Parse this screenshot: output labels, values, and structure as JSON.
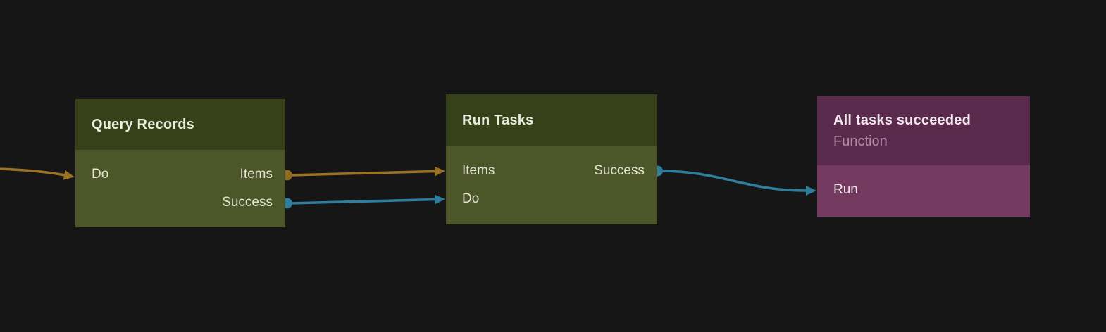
{
  "canvas": {
    "background": "#161616"
  },
  "colors": {
    "wire_orange": "#9c7323",
    "wire_blue": "#2f7e9e",
    "port_dot_orange": "#8f6a1f",
    "port_dot_blue": "#2f7e9e",
    "green_node_header": "#36411a",
    "green_node_body": "#4c5628",
    "purple_node_header": "#5a2a4d",
    "purple_node_body": "#743a60"
  },
  "nodes": [
    {
      "title": "Query Records",
      "inputs": [
        {
          "label": "Do"
        }
      ],
      "outputs": [
        {
          "label": "Items"
        },
        {
          "label": "Success"
        }
      ]
    },
    {
      "title": "Run Tasks",
      "inputs": [
        {
          "label": "Items"
        },
        {
          "label": "Do"
        }
      ],
      "outputs": [
        {
          "label": "Success"
        }
      ]
    },
    {
      "title": "All tasks succeeded",
      "subtitle": "Function",
      "inputs": [
        {
          "label": "Run"
        }
      ]
    }
  ],
  "edges": [
    {
      "from": "offscreen-left",
      "to": "Query Records.Do",
      "color": "#9c7323"
    },
    {
      "from": "Query Records.Items",
      "to": "Run Tasks.Items",
      "color": "#9c7323"
    },
    {
      "from": "Query Records.Success",
      "to": "Run Tasks.Do",
      "color": "#2f7e9e"
    },
    {
      "from": "Run Tasks.Success",
      "to": "All tasks succeeded.Run",
      "color": "#2f7e9e"
    }
  ]
}
